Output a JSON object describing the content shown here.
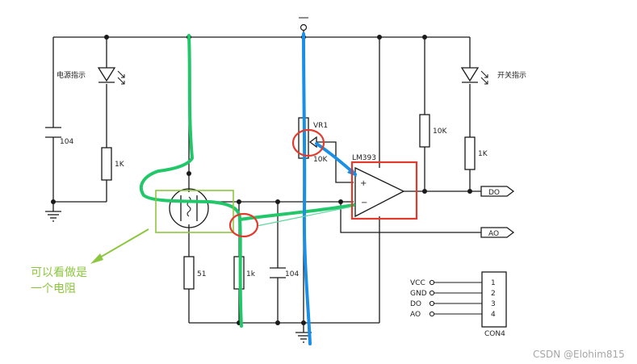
{
  "labels": {
    "power_indicator": "电源指示",
    "switch_indicator": "开关指示",
    "cap_left": "104",
    "res_left": "1K",
    "res_51": "51",
    "res_1k": "1k",
    "cap_mid": "104",
    "pot_name": "VR1",
    "pot_value": "10K",
    "comparator": "LM393",
    "res_10k": "10K",
    "res_right": "1K",
    "plus_sign": "+",
    "minus_sign": "−",
    "do_label": "DO",
    "ao_label": "AO"
  },
  "connector": {
    "name": "CON4",
    "pins": [
      {
        "label": "VCC",
        "num": "1"
      },
      {
        "label": "GND",
        "num": "2"
      },
      {
        "label": "DO",
        "num": "3"
      },
      {
        "label": "AO",
        "num": "4"
      }
    ]
  },
  "annotation": {
    "line1": "可以看做是",
    "line2": "一个电阻"
  },
  "watermark": "CSDN @Elohim815",
  "colors": {
    "wire": "#1a1a1a",
    "green_highlight": "#22c76a",
    "blue_highlight": "#1a8fe6",
    "red_highlight": "#e23b2e",
    "annotation_green": "#8cc63f"
  }
}
